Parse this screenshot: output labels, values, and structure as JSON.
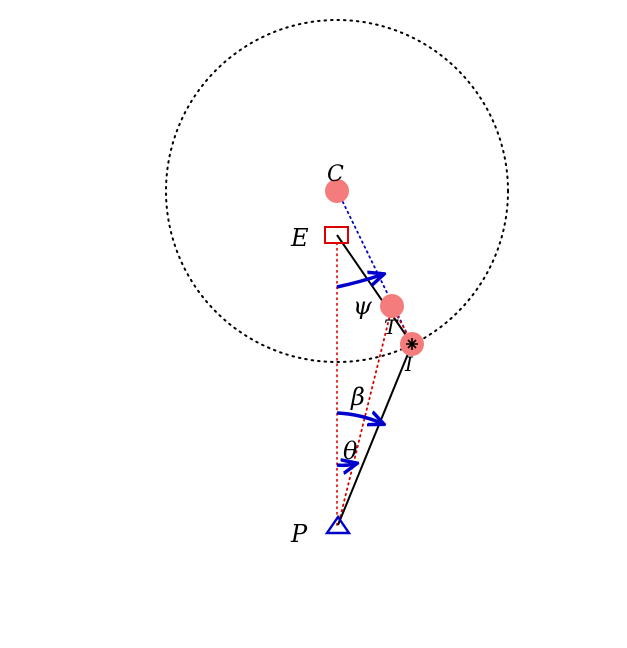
{
  "labels": {
    "C": "C",
    "E": "E",
    "T": "T",
    "I": "I",
    "P": "P",
    "psi": "ψ",
    "beta": "β",
    "theta": "θ"
  },
  "colors": {
    "circle": "#000000",
    "marker": "#f47c7c",
    "eye_box": "#dd0000",
    "pupil_triangle": "#0000cc",
    "arrows": "#0000cc",
    "red_dotted": "#dd0000",
    "blue_dotted": "#0000cc",
    "lines": "#000000"
  }
}
